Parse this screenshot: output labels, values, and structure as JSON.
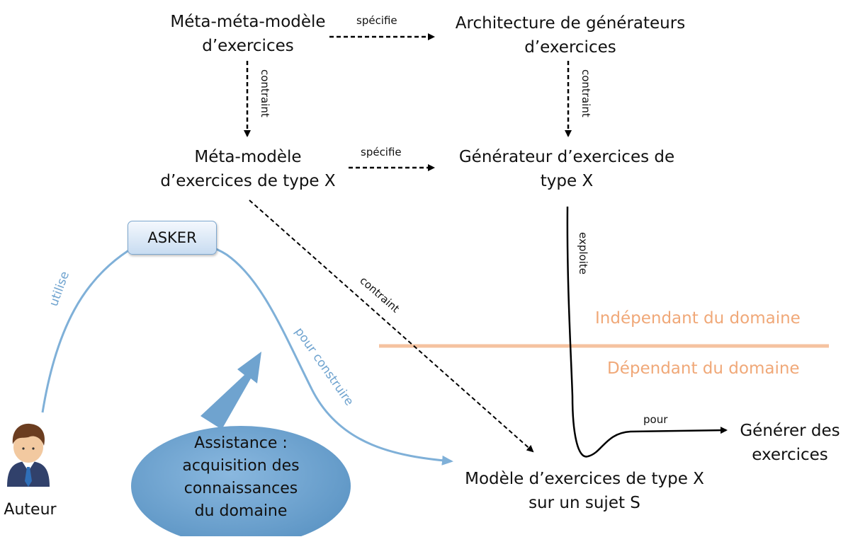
{
  "nodes": {
    "meta_meta": [
      "Méta-méta-modèle",
      "d’exercices"
    ],
    "architecture": [
      "Architecture de générateurs",
      "d’exercices"
    ],
    "meta_model": [
      "Méta-modèle",
      "d’exercices de type X"
    ],
    "generator": [
      "Générateur d’exercices de",
      "type X"
    ],
    "model": [
      "Modèle d’exercices de type X",
      "sur un sujet S"
    ],
    "generate": [
      "Générer des",
      "exercices"
    ]
  },
  "edges": {
    "specifie_top": "spécifie",
    "specifie_mid": "spécifie",
    "contraint_left": "contraint",
    "contraint_right": "contraint",
    "contraint_diag": "contraint",
    "exploite": "exploite",
    "pour": "pour"
  },
  "domain": {
    "independent": "Indépendant du domaine",
    "dependent": "Dépendant du domaine",
    "divider_color": "#f5c3a0",
    "label_color": "#f0a878"
  },
  "tool": {
    "name": "ASKER"
  },
  "actor": {
    "label": "Auteur"
  },
  "curve_labels": {
    "utilise": "utilise",
    "pour_construire": "pour construire"
  },
  "assistance": [
    "Assistance :",
    "acquisition des",
    "connaissances",
    "du domaine"
  ],
  "colors": {
    "flow_blue": "#7fb0d8",
    "assist_blue": "#6fa3cf"
  }
}
